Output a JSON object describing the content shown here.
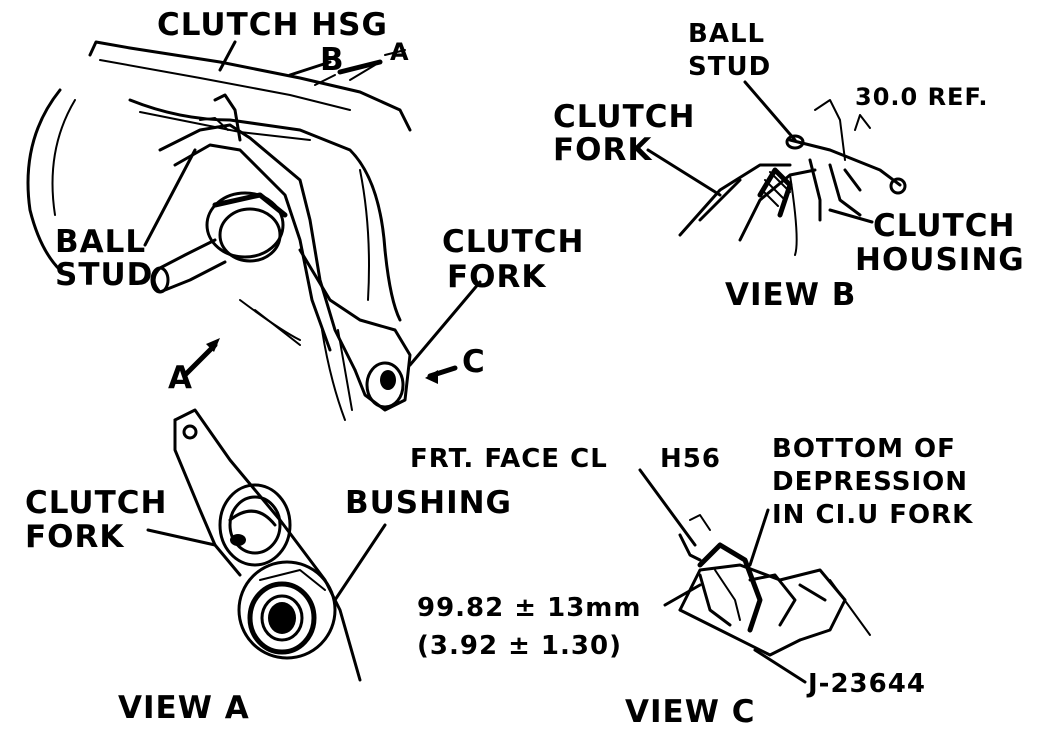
{
  "main_view": {
    "clutch_hsg": "CLUTCH  HSG",
    "ref_b": "B",
    "ref_a_top": "A",
    "ball_stud_1": "BALL",
    "ball_stud_2": "STUD",
    "clutch_fork_1": "CLUTCH",
    "clutch_fork_2": "FORK",
    "ref_c": "C",
    "ref_a": "A"
  },
  "view_b": {
    "ball_stud_1": "BALL",
    "ball_stud_2": "STUD",
    "dimension": "30.0 REF.",
    "clutch_fork_1": "CLUTCH",
    "clutch_fork_2": "FORK",
    "clutch_housing_1": "CLUTCH",
    "clutch_housing_2": "HOUSING",
    "caption": "VIEW  B"
  },
  "view_a": {
    "clutch_fork_1": "CLUTCH",
    "clutch_fork_2": "FORK",
    "bushing": "BUSHING",
    "caption": "VIEW  A"
  },
  "view_c": {
    "frt_face": "FRT. FACE CL",
    "h56": "H56",
    "bottom_1": "BOTTOM OF",
    "bottom_2": "DEPRESSION",
    "bottom_3": "IN CI.U FORK",
    "dim_mm": "99.82  ±  13mm",
    "dim_in": "(3.92  ±  1.30)",
    "tool": "J-23644",
    "caption": "VIEW  C"
  }
}
